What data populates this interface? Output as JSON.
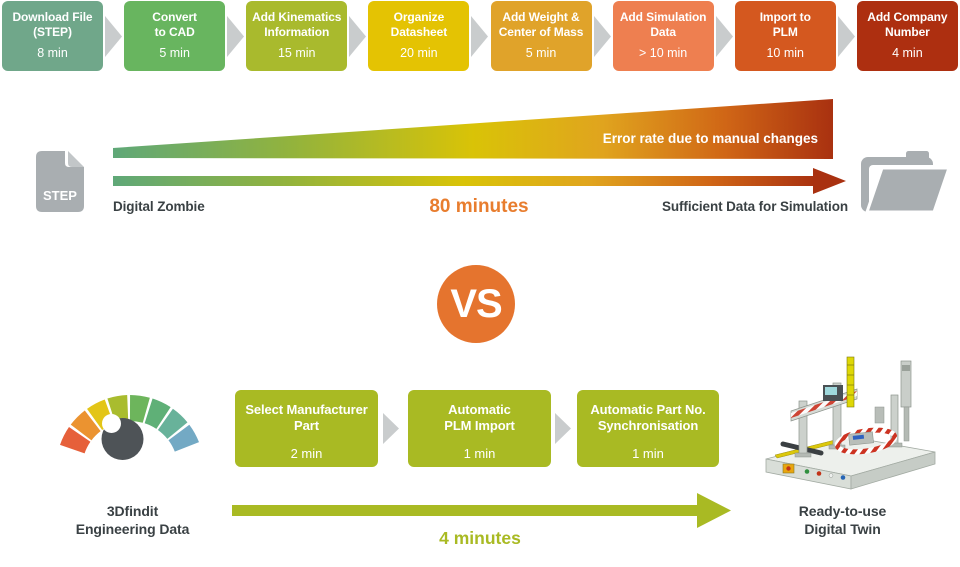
{
  "manual_flow": {
    "steps": [
      {
        "line1": "Download File",
        "line2": "(STEP)",
        "time": "8 min",
        "color": "#70a78a"
      },
      {
        "line1": "Convert",
        "line2": "to CAD",
        "time": "5 min",
        "color": "#68b55f"
      },
      {
        "line1": "Add Kinematics",
        "line2": "Information",
        "time": "15 min",
        "color": "#a9ba2d"
      },
      {
        "line1": "Organize",
        "line2": "Datasheet",
        "time": "20 min",
        "color": "#e4c303"
      },
      {
        "line1": "Add Weight &",
        "line2": "Center of Mass",
        "time": "5 min",
        "color": "#e0a32a"
      },
      {
        "line1": "Add Simulation",
        "line2": "Data",
        "time": "> 10 min",
        "color": "#ee7f50"
      },
      {
        "line1": "Import to",
        "line2": "PLM",
        "time": "10 min",
        "color": "#d4581f"
      },
      {
        "line1": "Add Company",
        "line2": "Number",
        "time": "4 min",
        "color": "#ad2f10"
      }
    ],
    "file_icon_label": "STEP",
    "start_label": "Digital Zombie",
    "total_time": "80 minutes",
    "wedge_label": "Error rate due to manual changes",
    "end_label": "Sufficient Data for Simulation"
  },
  "vs_label": "VS",
  "automated_flow": {
    "steps": [
      {
        "line1": "Select Manufacturer",
        "line2": "Part",
        "time": "2 min"
      },
      {
        "line1": "Automatic",
        "line2": "PLM Import",
        "time": "1 min"
      },
      {
        "line1": "Automatic Part No.",
        "line2": "Synchronisation",
        "time": "1 min"
      }
    ],
    "source_line1": "3Dfindit",
    "source_line2": "Engineering Data",
    "total_time": "4 minutes",
    "result_line1": "Ready-to-use",
    "result_line2": "Digital Twin"
  },
  "colors": {
    "manual_accent": "#e87d2e",
    "automated_accent": "#a9ba23",
    "dark_text": "#3a4144",
    "icon_gray": "#a9aeb1",
    "chevron_gray": "#c9cccd",
    "vs_circle": "#e5742e",
    "gradient_start": "#5fa878",
    "gradient_yellow": "#d9c307",
    "gradient_end": "#a93110",
    "gauge_segments": [
      "#e6603a",
      "#eb9330",
      "#e3c517",
      "#a9bc2e",
      "#6db55c",
      "#5fb077",
      "#68b29a",
      "#73a9c4"
    ]
  }
}
